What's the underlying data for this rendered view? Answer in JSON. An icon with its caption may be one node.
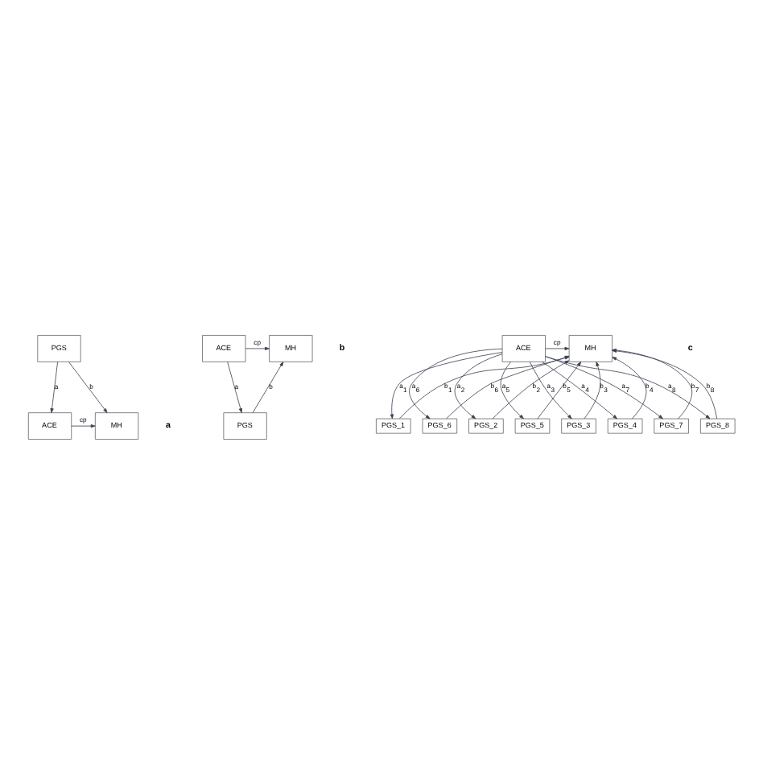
{
  "diagram": {
    "nodes": [
      {
        "text": [
          "ACE"
        ]
      },
      {
        "text": [
          "MH"
        ]
      },
      {
        "text": [
          "PGS"
        ]
      },
      {
        "text": [
          "ACE"
        ]
      },
      {
        "text": [
          "MH"
        ]
      },
      {
        "text": [
          "PGS"
        ]
      },
      {
        "text": [
          "ACE"
        ]
      },
      {
        "text": [
          "MH"
        ]
      },
      {
        "text": [
          "PGS_1"
        ]
      },
      {
        "text": [
          "PGS_2"
        ]
      },
      {
        "text": [
          "PGS_3"
        ]
      },
      {
        "text": [
          "PGS_4"
        ]
      },
      {
        "text": [
          "PGS_5"
        ]
      },
      {
        "text": [
          "PGS_6"
        ]
      },
      {
        "text": [
          "PGS_7"
        ]
      },
      {
        "text": [
          "PGS_8"
        ]
      }
    ],
    "edges": [
      {
        "from": 0,
        "to": 1,
        "arrow": "to",
        "label": "cp"
      },
      {
        "from": 2,
        "to": 0,
        "arrow": "to",
        "label": "a"
      },
      {
        "from": 2,
        "to": 1,
        "arrow": "to",
        "label": "b"
      },
      {
        "from": 3,
        "to": 4,
        "arrow": "to",
        "label": "cp"
      },
      {
        "from": 3,
        "to": 5,
        "arrow": "to",
        "label": "a"
      },
      {
        "from": 5,
        "to": 4,
        "arrow": "to",
        "label": "b"
      },
      {
        "from": 6,
        "to": 7,
        "arrow": "to",
        "label": "cp"
      },
      {
        "from": 6,
        "to": 8,
        "arrow": "to",
        "label": "a$_{1}$"
      },
      {
        "from": 6,
        "to": 9,
        "arrow": "to",
        "label": "a$_{2}$"
      },
      {
        "from": 6,
        "to": 10,
        "arrow": "to",
        "label": "a$_{3}$"
      },
      {
        "from": 6,
        "to": 11,
        "arrow": "to",
        "label": "a$_{4}$"
      },
      {
        "from": 6,
        "to": 12,
        "arrow": "to",
        "label": "a$_{5}$"
      },
      {
        "from": 6,
        "to": 13,
        "arrow": "to",
        "label": "a$_{6}$"
      },
      {
        "from": 6,
        "to": 14,
        "arrow": "to",
        "label": "a$_{7}$"
      },
      {
        "from": 6,
        "to": 15,
        "arrow": "to",
        "label": "a$_{8}$"
      },
      {
        "from": 8,
        "to": 7,
        "arrow": "to",
        "label": "b$_{1}$"
      },
      {
        "from": 9,
        "to": 7,
        "arrow": "to",
        "label": "b$_{2}$"
      },
      {
        "from": 10,
        "to": 7,
        "arrow": "to",
        "label": "b$_{3}$"
      },
      {
        "from": 11,
        "to": 7,
        "arrow": "to",
        "label": "b$_{4}$"
      },
      {
        "from": 12,
        "to": 7,
        "arrow": "to",
        "label": "b$_{5}$"
      },
      {
        "from": 13,
        "to": 7,
        "arrow": "to",
        "label": "b$_{6}$"
      },
      {
        "from": 14,
        "to": 7,
        "arrow": "to",
        "label": "b$_{7}$"
      },
      {
        "from": 15,
        "to": 7,
        "arrow": "to",
        "label": "b$_{8}$"
      }
    ],
    "labels": [
      "a",
      "b",
      "c"
    ]
  }
}
